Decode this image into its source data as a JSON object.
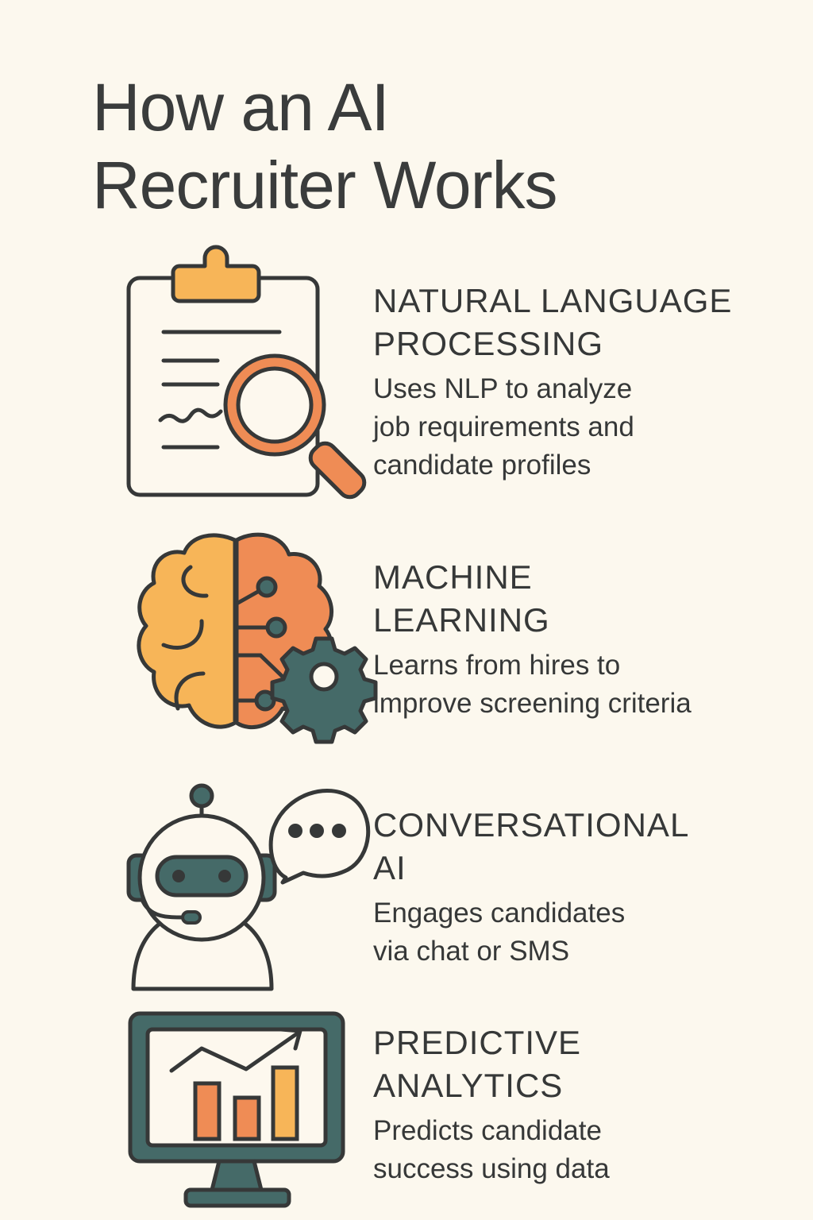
{
  "title": {
    "line1": "How an AI",
    "line2": "Recruiter Works"
  },
  "colors": {
    "background": "#fcf8ee",
    "outline": "#363838",
    "yellow": "#f7b558",
    "orange": "#ef8c55",
    "teal": "#456a68",
    "paper": "#fdf8ee"
  },
  "sections": [
    {
      "icon": "clipboard-magnifier-icon",
      "heading": [
        "NATURAL LANGUAGE",
        "PROCESSING"
      ],
      "description": [
        "Uses NLP to analyze",
        "job requirements and",
        "candidate profiles"
      ]
    },
    {
      "icon": "brain-gear-icon",
      "heading": [
        "MACHINE",
        "LEARNING"
      ],
      "description": [
        "Learns from hires to",
        "improve screening criteria"
      ]
    },
    {
      "icon": "chatbot-speech-icon",
      "heading": [
        "CONVERSATIONAL",
        "AI"
      ],
      "description": [
        "Engages candidates",
        "via chat or SMS"
      ]
    },
    {
      "icon": "monitor-chart-icon",
      "heading": [
        "PREDICTIVE",
        "ANALYTICS"
      ],
      "description": [
        "Predicts candidate",
        "success using data"
      ]
    }
  ]
}
